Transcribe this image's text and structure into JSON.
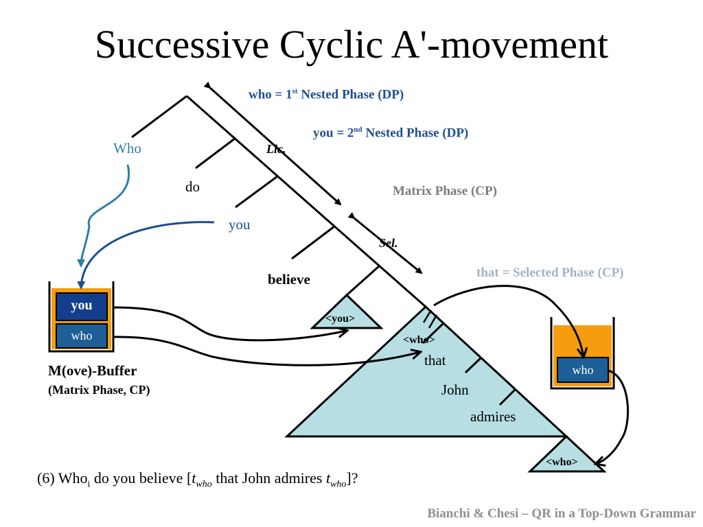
{
  "title": "Successive Cyclic A'-movement",
  "tree_words": {
    "who": "Who",
    "do": "do",
    "you": "you",
    "believe": "believe",
    "that": "that",
    "john": "John",
    "admires": "admires"
  },
  "arrow_labels": {
    "lic": "Lic.",
    "sel": "Sel."
  },
  "triangles": {
    "you_trace": "<you>",
    "who_trace_mid": "<who>",
    "who_trace_low": "<who>"
  },
  "phases": {
    "who_phase": {
      "word": "who",
      "eq": "= 1",
      "sup": "st",
      "rest": " Nested Phase (DP)"
    },
    "you_phase": {
      "word": "you",
      "eq": "= 2",
      "sup": "nd",
      "rest": " Nested Phase (DP)"
    },
    "matrix_phase": "Matrix Phase (CP)",
    "selected_phase": "that = Selected Phase (CP)"
  },
  "buffer": {
    "top_item": "you",
    "bottom_item": "who",
    "label": "M(ove)-Buffer",
    "sublabel": "(Matrix Phase, CP)"
  },
  "small_buffer": {
    "item": "who"
  },
  "sentence": {
    "prefix": "(6) Who",
    "index": "i",
    "part1": " do you believe [",
    "trace1": "t",
    "trace1_sub": "who",
    "part2": " that John admires ",
    "trace2": "t",
    "trace2_sub": "who",
    "suffix": "]?"
  },
  "credit": "Bianchi & Chesi – QR in a Top-Down Grammar",
  "colors": {
    "triangle_fill": "#b7dfe3",
    "buffer_orange": "#f59d0e",
    "buffer_dark_blue": "#123e8d",
    "buffer_blue": "#1d5f96",
    "arrow_blue": "#1b4f8f",
    "arrow_teal": "#2f7ea2"
  }
}
